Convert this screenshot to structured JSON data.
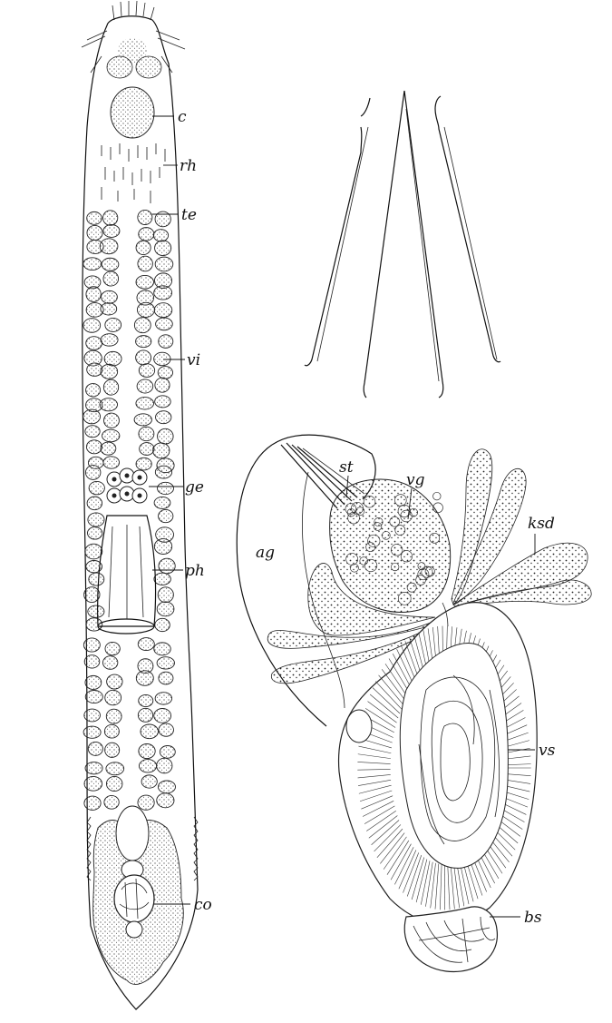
{
  "labels": {
    "c": "c",
    "rh": "rh",
    "te": "te",
    "vi": "vi",
    "ge": "ge",
    "ph": "ph",
    "co": "co",
    "st": "st",
    "vg": "vg",
    "ksd": "ksd",
    "ag": "ag",
    "vs": "vs",
    "bs": "bs"
  }
}
